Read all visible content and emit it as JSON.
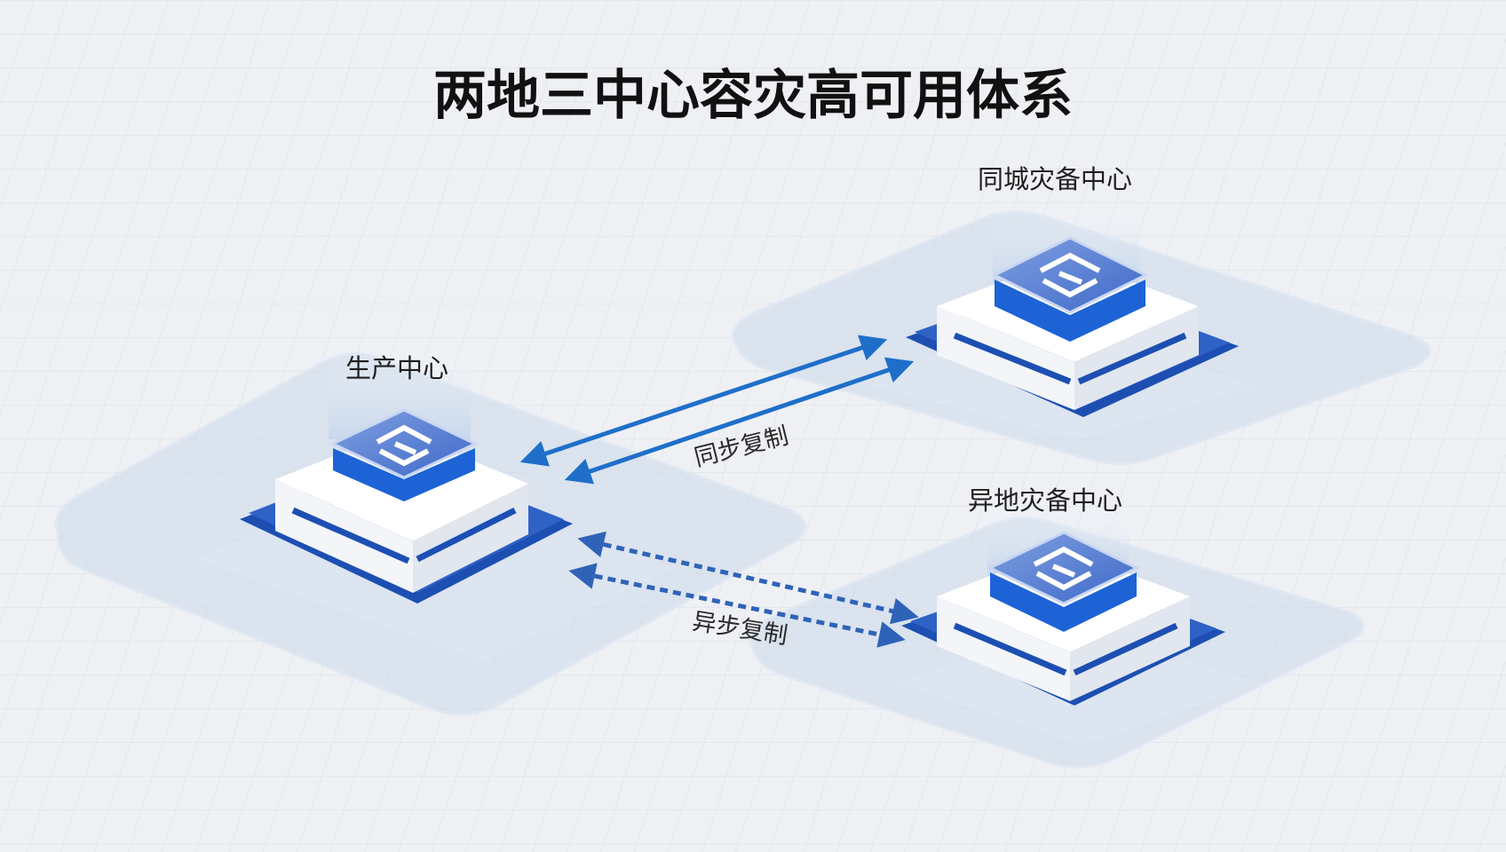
{
  "title": "两地三中心容灾高可用体系",
  "nodes": [
    {
      "id": "production",
      "label": "生产中心"
    },
    {
      "id": "same_city",
      "label": "同城灾备中心"
    },
    {
      "id": "remote",
      "label": "异地灾备中心"
    }
  ],
  "edges": [
    {
      "from": "production",
      "to": "same_city",
      "label": "同步复制",
      "style": "solid"
    },
    {
      "from": "production",
      "to": "remote",
      "label": "异步复制",
      "style": "dashed"
    }
  ],
  "colors": {
    "accent": "#1f6fc9",
    "dark_blue": "#1b47a8",
    "platform": "#c9d7e9",
    "background": "#eef0f4"
  }
}
